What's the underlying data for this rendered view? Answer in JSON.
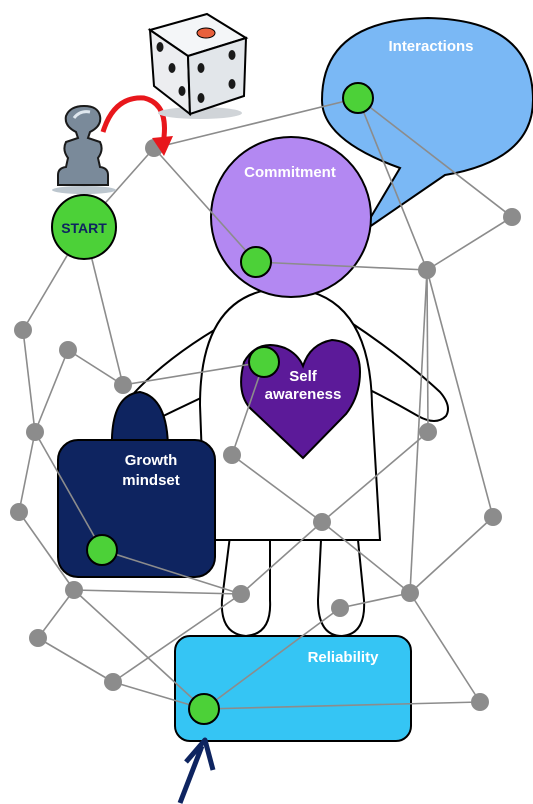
{
  "labels": {
    "interactions": "Interactions",
    "commitment": "Commitment",
    "self_awareness_line1": "Self",
    "self_awareness_line2": "awareness",
    "growth_line1": "Growth",
    "growth_line2": "mindset",
    "reliability": "Reliability",
    "start": "START"
  },
  "icons": {
    "dice": "dice-icon",
    "pawn": "chess-pawn-icon",
    "turn_arrow": "curved-arrow-icon",
    "entry_arrow": "up-arrow-icon"
  },
  "colors": {
    "interactions": "#7ab8f5",
    "commitment": "#b388f2",
    "self_awareness": "#5c1a99",
    "growth_mindset": "#0e2460",
    "reliability": "#35c5f4",
    "milestone_node": "#4cd138",
    "path_node": "#8c8c8c",
    "start_arrow": "#e8171c",
    "entry_arrow": "#0e2460"
  }
}
